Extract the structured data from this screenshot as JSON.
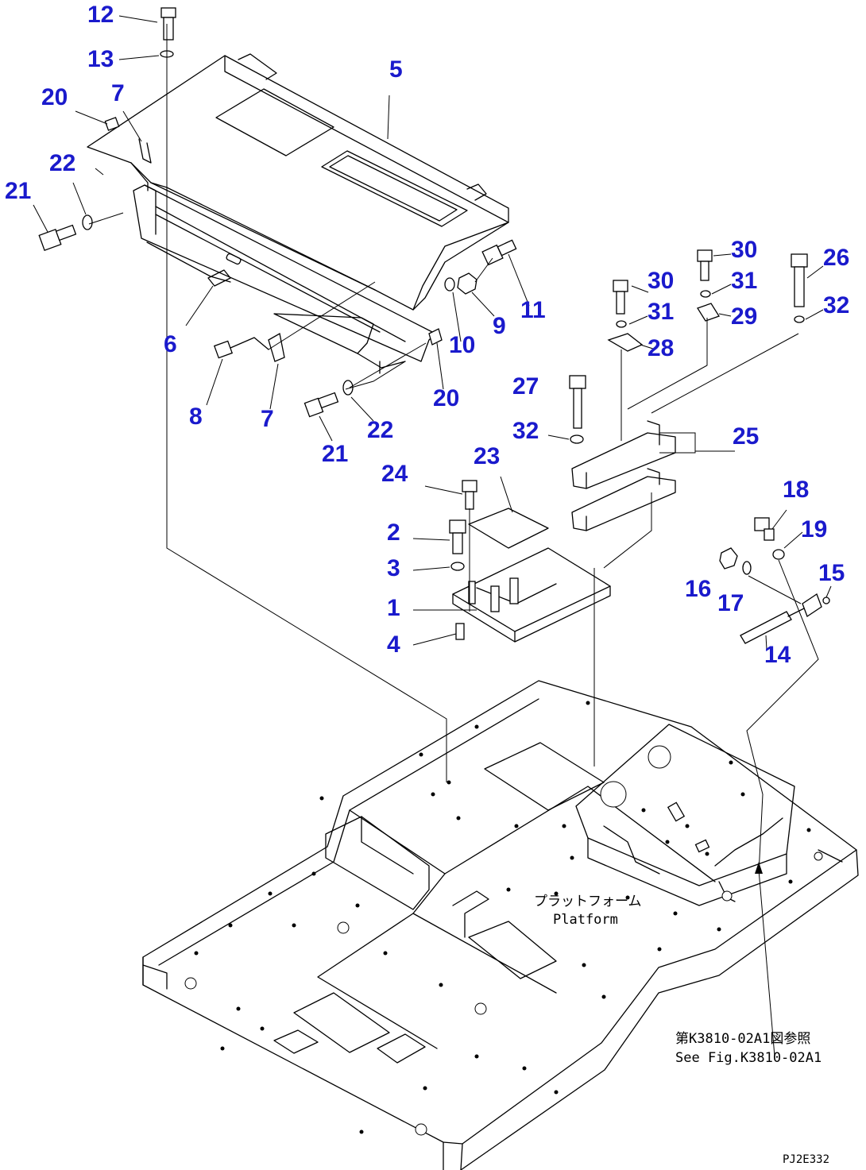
{
  "callouts": [
    "12",
    "13",
    "20",
    "7",
    "5",
    "22",
    "21",
    "6",
    "8",
    "7",
    "21",
    "22",
    "20",
    "10",
    "9",
    "11",
    "30",
    "31",
    "29",
    "30",
    "31",
    "28",
    "26",
    "32",
    "27",
    "32",
    "25",
    "23",
    "24",
    "2",
    "3",
    "1",
    "4",
    "18",
    "19",
    "16",
    "17",
    "15",
    "14"
  ],
  "labels": {
    "platform_jp": "プラットフォーム",
    "platform_en": "Platform",
    "ref_jp": "第K3810-02A1図参照",
    "ref_en": "See Fig.K3810-02A1",
    "drawing_code": "PJ2E332"
  }
}
